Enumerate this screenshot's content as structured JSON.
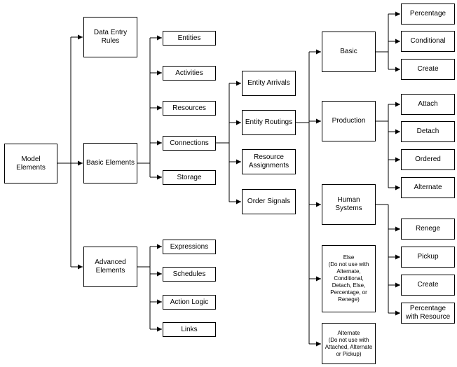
{
  "nodes": {
    "model_elements": "Model\nElements",
    "data_entry_rules": "Data Entry\nRules",
    "basic_elements": "Basic Elements",
    "advanced_elements": "Advanced\nElements",
    "entities": "Entities",
    "activities": "Activities",
    "resources": "Resources",
    "connections": "Connections",
    "storage": "Storage",
    "expressions": "Expressions",
    "schedules": "Schedules",
    "action_logic": "Action Logic",
    "links": "Links",
    "entity_arrivals": "Entity Arrivals",
    "entity_routings": "Entity Routings",
    "resource_assignments": "Resource\nAssignments",
    "order_signals": "Order Signals",
    "basic": "Basic",
    "production": "Production",
    "human_systems": "Human\nSystems",
    "else": "Else\n(Do not use with\nAlternate,\nConditional,\nDetach, Else,\nPercentage, or\nRenege)",
    "alternate_note": "Alternate\n(Do not use with\nAttached, Alternate\nor Pickup)",
    "percentage": "Percentage",
    "conditional": "Conditional",
    "create": "Create",
    "attach": "Attach",
    "detach": "Detach",
    "ordered": "Ordered",
    "alternate": "Alternate",
    "renege": "Renege",
    "pickup": "Pickup",
    "create_human": "Create",
    "percentage_resource": "Percentage\nwith Resource"
  }
}
